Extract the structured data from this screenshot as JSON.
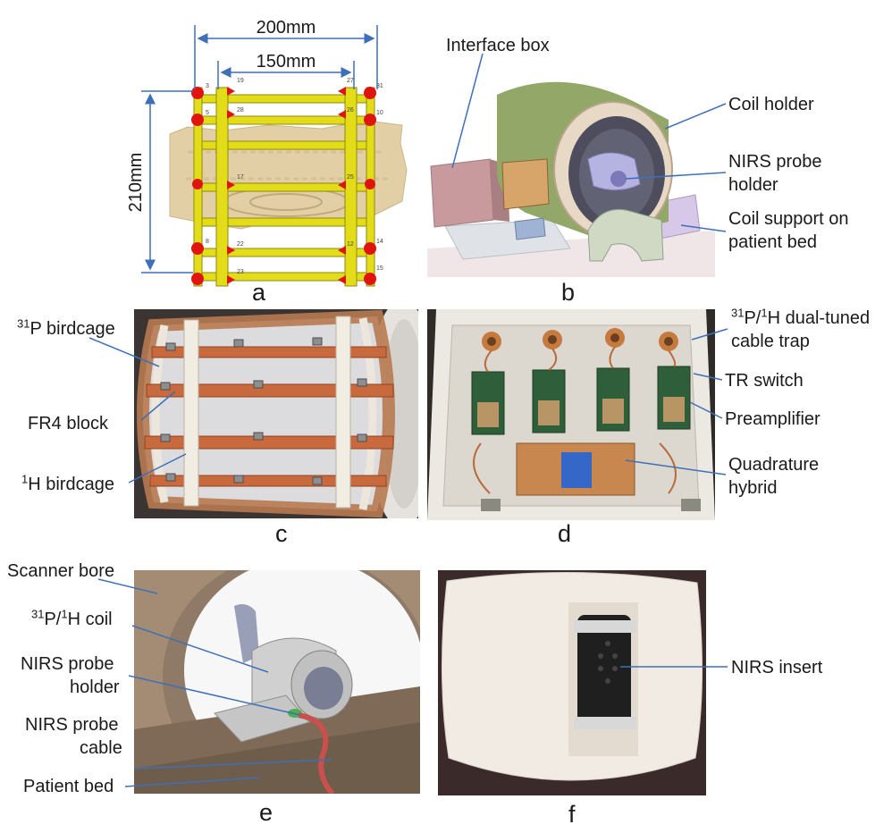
{
  "panel_a": {
    "letter": "a",
    "dim_outer": "200mm",
    "dim_inner": "150mm",
    "dim_height": "210mm",
    "port_numbers": [
      "3",
      "19",
      "27",
      "31",
      "5",
      "28",
      "26",
      "10",
      "17",
      "25",
      "8",
      "22",
      "12",
      "14",
      "23",
      "15"
    ]
  },
  "panel_b": {
    "letter": "b",
    "labels": {
      "interface_box": "Interface box",
      "coil_holder": "Coil holder",
      "nirs_probe_holder_1": "NIRS probe",
      "nirs_probe_holder_2": "holder",
      "coil_support_1": "Coil support on",
      "coil_support_2": "patient bed"
    }
  },
  "panel_c": {
    "letter": "c",
    "labels": {
      "p_birdcage_sup": "31",
      "p_birdcage": "P birdcage",
      "fr4_block": "FR4 block",
      "h_birdcage_sup": "1",
      "h_birdcage": "H birdcage"
    }
  },
  "panel_d": {
    "letter": "d",
    "labels": {
      "cable_trap_sup1": "31",
      "cable_trap_mid": "P/",
      "cable_trap_sup2": "1",
      "cable_trap_1": "H dual-tuned",
      "cable_trap_2": "cable trap",
      "tr_switch": "TR switch",
      "preamplifier": "Preamplifier",
      "quadrature_1": "Quadrature",
      "quadrature_2": "hybrid"
    }
  },
  "panel_e": {
    "letter": "e",
    "labels": {
      "scanner_bore": "Scanner bore",
      "coil_sup1": "31",
      "coil_mid": "P/",
      "coil_sup2": "1",
      "coil": "H coil",
      "nirs_holder_1": "NIRS probe",
      "nirs_holder_2": "holder",
      "nirs_cable_1": "NIRS probe",
      "nirs_cable_2": "cable",
      "patient_bed": "Patient bed"
    }
  },
  "panel_f": {
    "letter": "f",
    "labels": {
      "nirs_insert": "NIRS insert"
    }
  },
  "colors": {
    "leader_line": "#3f6fb8",
    "rung_yellow": "#e2dd18",
    "port_red": "#e0140f",
    "copper": "#c8693e",
    "holder_green": "#9aa86c"
  }
}
